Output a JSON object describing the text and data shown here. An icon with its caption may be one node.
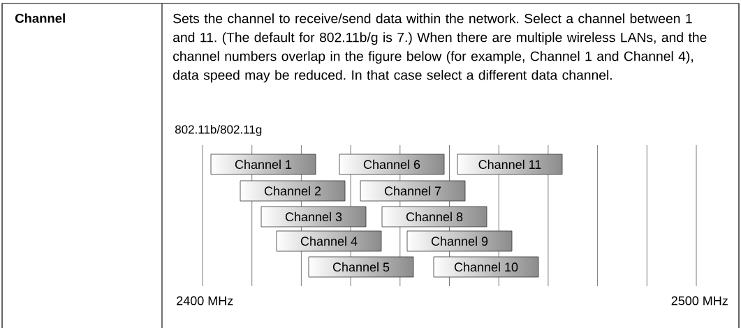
{
  "diagram": {
    "nodes": [
      {
        "text": [
          "Channel 1"
        ]
      },
      {
        "text": [
          "Channel 2"
        ]
      },
      {
        "text": [
          "Channel 3"
        ]
      },
      {
        "text": [
          "Channel 4"
        ]
      },
      {
        "text": [
          "Channel 5"
        ]
      },
      {
        "text": [
          "Channel 6"
        ]
      },
      {
        "text": [
          "Channel 7"
        ]
      },
      {
        "text": [
          "Channel 8"
        ]
      },
      {
        "text": [
          "Channel 9"
        ]
      },
      {
        "text": [
          "Channel 10"
        ]
      },
      {
        "text": [
          "Channel 11"
        ]
      }
    ],
    "labels": [
      "Channel",
      "Sets the channel to receive/send data within the network. Select a channel between 1 and 11. (The default for 802.11b/g is 7.) When there are multiple wireless LANs, and the channel numbers overlap in the figure below (for example, Channel 1 and Channel 4), data speed may be reduced. In that case select a different data channel.",
      "802.11b/802.11g",
      "2400 MHz",
      "2500 MHz"
    ]
  }
}
